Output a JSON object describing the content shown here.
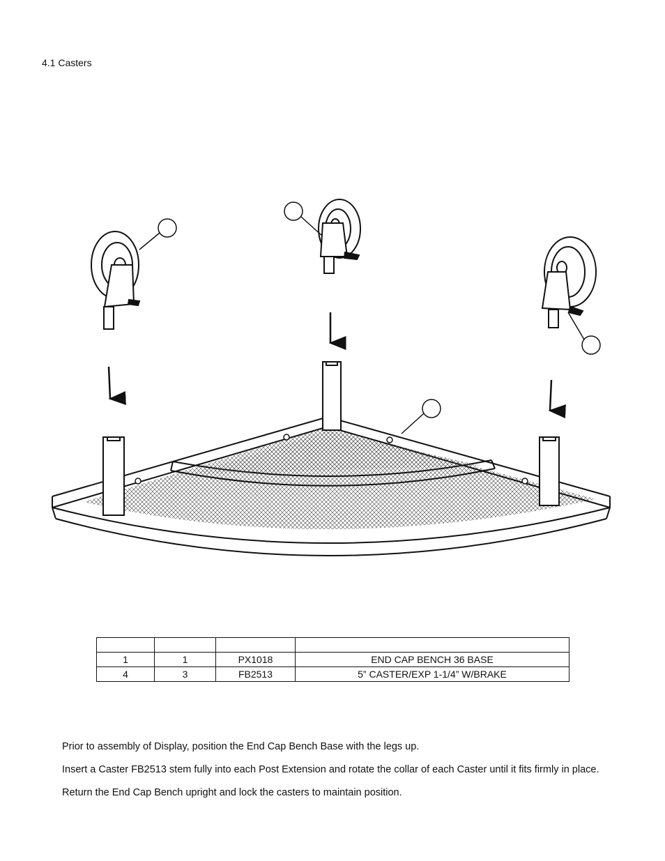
{
  "section_title": "4.1 Casters",
  "parts_table": {
    "headers": [
      "",
      "",
      "",
      ""
    ],
    "rows": [
      [
        "1",
        "1",
        "PX1018",
        "END CAP BENCH 36 BASE"
      ],
      [
        "4",
        "3",
        "FB2513",
        "5” CASTER/EXP 1-1/4” W/BRAKE"
      ]
    ]
  },
  "instructions": [
    "Prior to assembly of Display, position the End Cap Bench Base with the legs up.",
    "Insert a Caster FB2513 stem fully into each Post Extension and rotate the collar of each Caster until it fits firmly in place.",
    "Return the End Cap Bench upright and lock the casters to maintain position."
  ]
}
